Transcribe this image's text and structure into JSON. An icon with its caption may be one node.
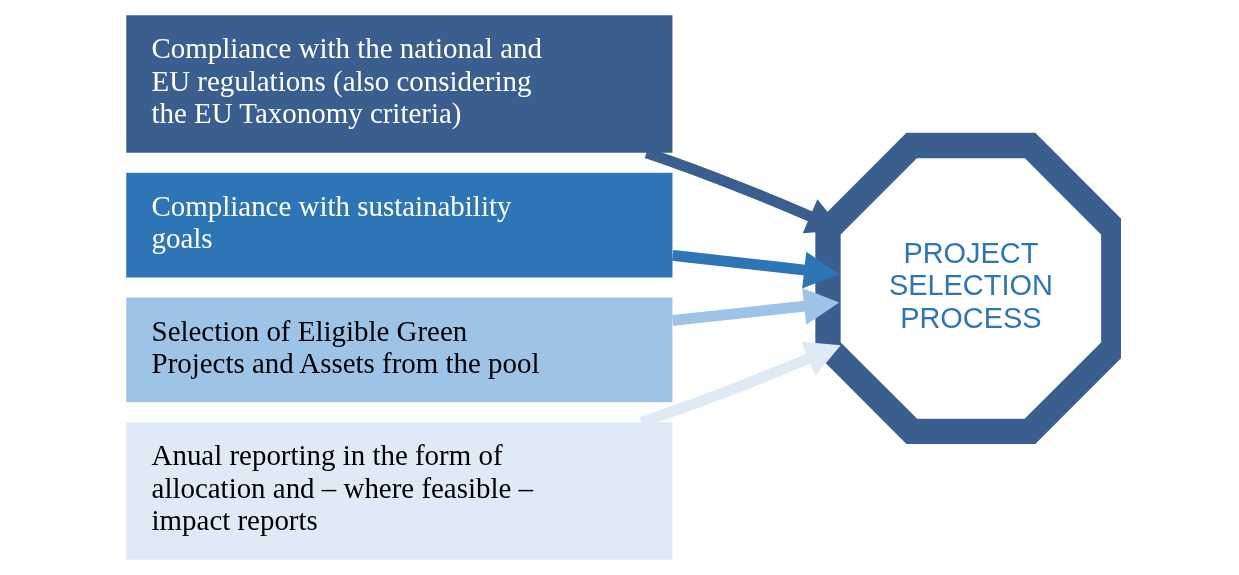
{
  "diagram": {
    "nodes": [
      {
        "text": [
          "Compliance with the national and EU regulations (also considering the EU Taxonomy criteria)"
        ]
      },
      {
        "text": [
          "Compliance with sustainability goals"
        ]
      },
      {
        "text": [
          "Selection of Eligible Green Projects and Assets from the pool"
        ]
      },
      {
        "text": [
          "Anual reporting in the form of allocation and – where feasible – impact reports"
        ]
      },
      {
        "text": [
          "PROJECT SELECTION PROCESS"
        ]
      }
    ],
    "edges": [
      {
        "from": 0,
        "to": 4,
        "arrow": "to",
        "color": "#3a5f8f"
      },
      {
        "from": 1,
        "to": 4,
        "arrow": "to",
        "color": "#2e75b6"
      },
      {
        "from": 2,
        "to": 4,
        "arrow": "to",
        "color": "#9dc3e6"
      },
      {
        "from": 3,
        "to": 4,
        "arrow": "to",
        "color": "#deebf7"
      }
    ]
  }
}
